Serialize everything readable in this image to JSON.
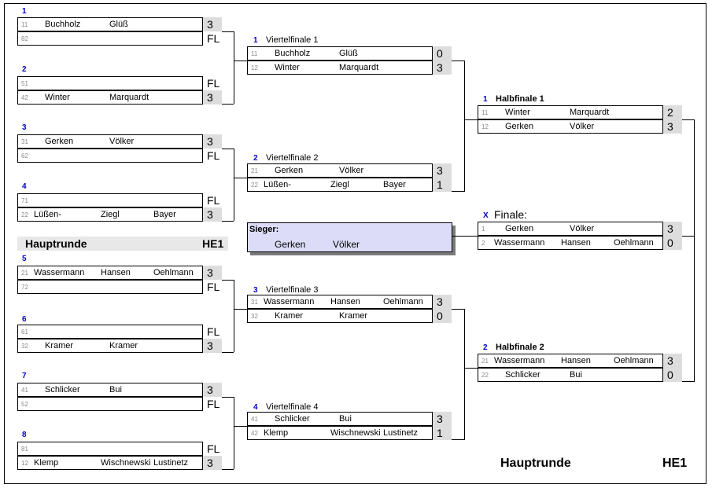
{
  "r1": [
    {
      "num": "1",
      "rows": [
        {
          "seed": "11",
          "names": [
            "Buchholz",
            "Glüß"
          ],
          "score": "3"
        },
        {
          "seed": "82",
          "names": [],
          "score": "FL"
        }
      ]
    },
    {
      "num": "2",
      "rows": [
        {
          "seed": "51",
          "names": [],
          "score": "FL"
        },
        {
          "seed": "42",
          "names": [
            "Winter",
            "Marquardt"
          ],
          "score": "3"
        }
      ]
    },
    {
      "num": "3",
      "rows": [
        {
          "seed": "31",
          "names": [
            "Gerken",
            "Völker"
          ],
          "score": "3"
        },
        {
          "seed": "62",
          "names": [],
          "score": "FL"
        }
      ]
    },
    {
      "num": "4",
      "rows": [
        {
          "seed": "71",
          "names": [],
          "score": "FL"
        },
        {
          "seed": "22",
          "names": [
            "Lüßen-",
            "Ziegl",
            "Bayer"
          ],
          "score": "3"
        }
      ]
    },
    {
      "num": "5",
      "rows": [
        {
          "seed": "21",
          "names": [
            "Wassermann",
            "Hansen",
            "Oehlmann"
          ],
          "score": "3"
        },
        {
          "seed": "72",
          "names": [],
          "score": "FL"
        }
      ]
    },
    {
      "num": "6",
      "rows": [
        {
          "seed": "61",
          "names": [],
          "score": "FL"
        },
        {
          "seed": "32",
          "names": [
            "Kramer",
            "Kramer"
          ],
          "score": "3"
        }
      ]
    },
    {
      "num": "7",
      "rows": [
        {
          "seed": "41",
          "names": [
            "Schlicker",
            "Bui"
          ],
          "score": "3"
        },
        {
          "seed": "52",
          "names": [],
          "score": "FL"
        }
      ]
    },
    {
      "num": "8",
      "rows": [
        {
          "seed": "81",
          "names": [],
          "score": "FL"
        },
        {
          "seed": "12",
          "names": [
            "Klemp",
            "Wischnewski",
            "Lustinetz"
          ],
          "score": "3"
        }
      ]
    }
  ],
  "qf": [
    {
      "num": "1",
      "label": "Viertelfinale  1",
      "rows": [
        {
          "seed": "11",
          "names": [
            "Buchholz",
            "Glüß"
          ],
          "score": "0"
        },
        {
          "seed": "12",
          "names": [
            "Winter",
            "Marquardt"
          ],
          "score": "3"
        }
      ]
    },
    {
      "num": "2",
      "label": "Viertelfinale  2",
      "rows": [
        {
          "seed": "21",
          "names": [
            "Gerken",
            "Völker"
          ],
          "score": "3"
        },
        {
          "seed": "22",
          "names": [
            "Lüßen-",
            "Ziegl",
            "Bayer"
          ],
          "score": "1"
        }
      ]
    },
    {
      "num": "3",
      "label": "Viertelfinale  3",
      "rows": [
        {
          "seed": "31",
          "names": [
            "Wassermann",
            "Hansen",
            "Oehlmann"
          ],
          "score": "3"
        },
        {
          "seed": "32",
          "names": [
            "Kramer",
            "Kramer"
          ],
          "score": "0"
        }
      ]
    },
    {
      "num": "4",
      "label": "Viertelfinale  4",
      "rows": [
        {
          "seed": "41",
          "names": [
            "Schlicker",
            "Bui"
          ],
          "score": "3"
        },
        {
          "seed": "42",
          "names": [
            "Klemp",
            "Wischnewski",
            "Lustinetz"
          ],
          "score": "1"
        }
      ]
    }
  ],
  "sf": [
    {
      "num": "1",
      "label": "Halbfinale 1",
      "rows": [
        {
          "seed": "11",
          "names": [
            "Winter",
            "Marquardt"
          ],
          "score": "2"
        },
        {
          "seed": "12",
          "names": [
            "Gerken",
            "Völker"
          ],
          "score": "3"
        }
      ]
    },
    {
      "num": "2",
      "label": "Halbfinale 2",
      "rows": [
        {
          "seed": "21",
          "names": [
            "Wassermann",
            "Hansen",
            "Oehlmann"
          ],
          "score": "3"
        },
        {
          "seed": "22",
          "names": [
            "Schlicker",
            "Bui"
          ],
          "score": "0"
        }
      ]
    }
  ],
  "final": {
    "num": "X",
    "label": "Finale:",
    "rows": [
      {
        "seed": "1",
        "names": [
          "Gerken",
          "Völker"
        ],
        "score": "3"
      },
      {
        "seed": "2",
        "names": [
          "Wassermann",
          "Hansen",
          "Oehlmann"
        ],
        "score": "0"
      }
    ]
  },
  "sieger": {
    "title": "Sieger:",
    "names": [
      "Gerken",
      "Völker"
    ]
  },
  "hauptrunde": {
    "title": "Hauptrunde",
    "code": "HE1"
  },
  "footer": {
    "title": "Hauptrunde",
    "code": "HE1"
  }
}
